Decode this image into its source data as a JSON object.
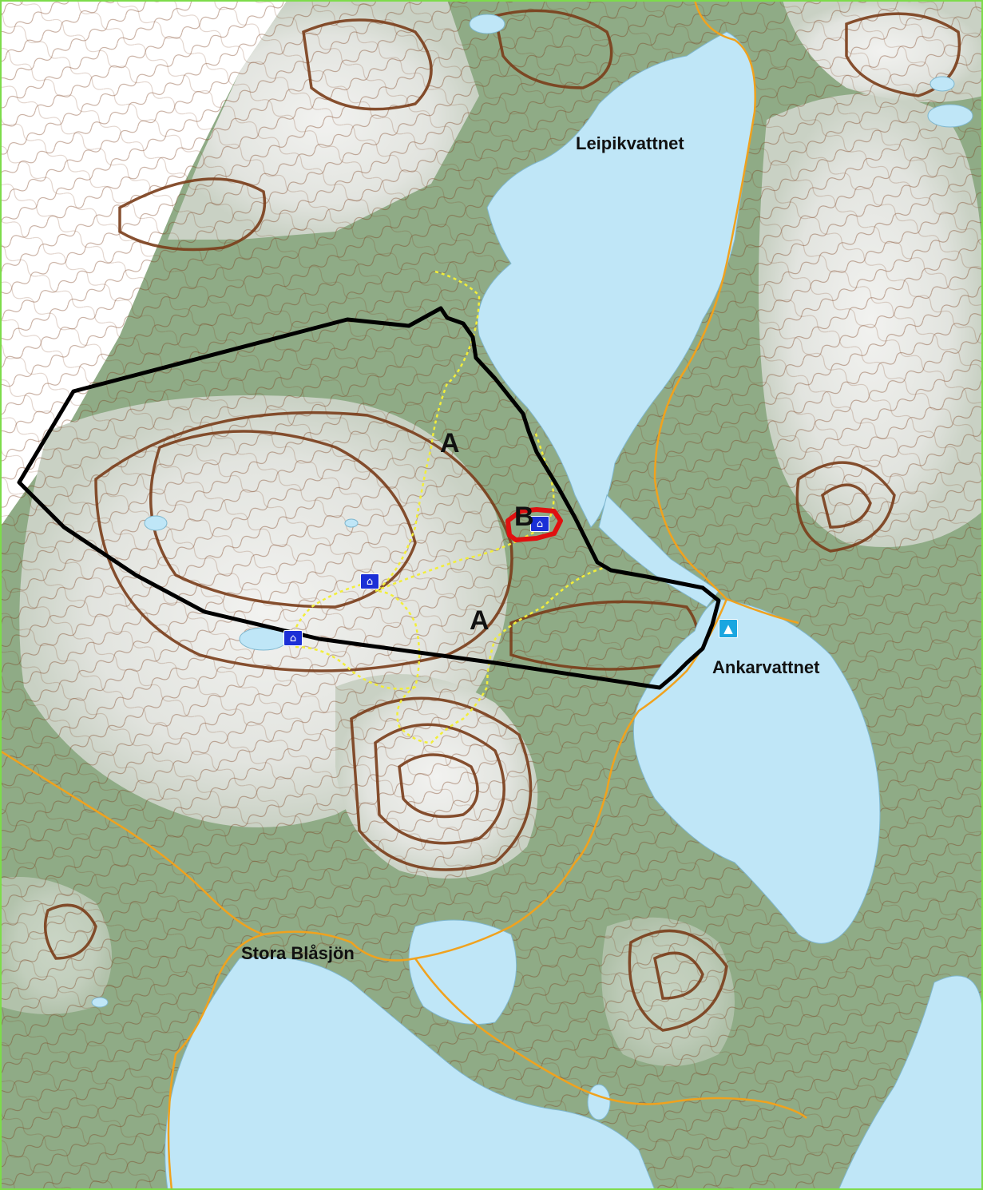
{
  "map": {
    "colors": {
      "land": "#8fab86",
      "forest": "#8fae86",
      "highland": "#e8eae6",
      "water": "#bfe6f7",
      "contour": "#7a3d1a",
      "path": "#f2ee3a",
      "road": "#f0a21e",
      "boundary": "#000000",
      "zone_b": "#e01010",
      "frame": "#7ddc4a"
    },
    "places": [
      {
        "name": "Leipikvattnet"
      },
      {
        "name": "Ankarvattnet"
      },
      {
        "name": "Stora Blåsjön"
      }
    ],
    "zones": [
      {
        "label": "A"
      },
      {
        "label": "A"
      },
      {
        "label": "B"
      }
    ],
    "icons": {
      "camp": "camping-icon",
      "shelter": "shelter-icon"
    }
  }
}
